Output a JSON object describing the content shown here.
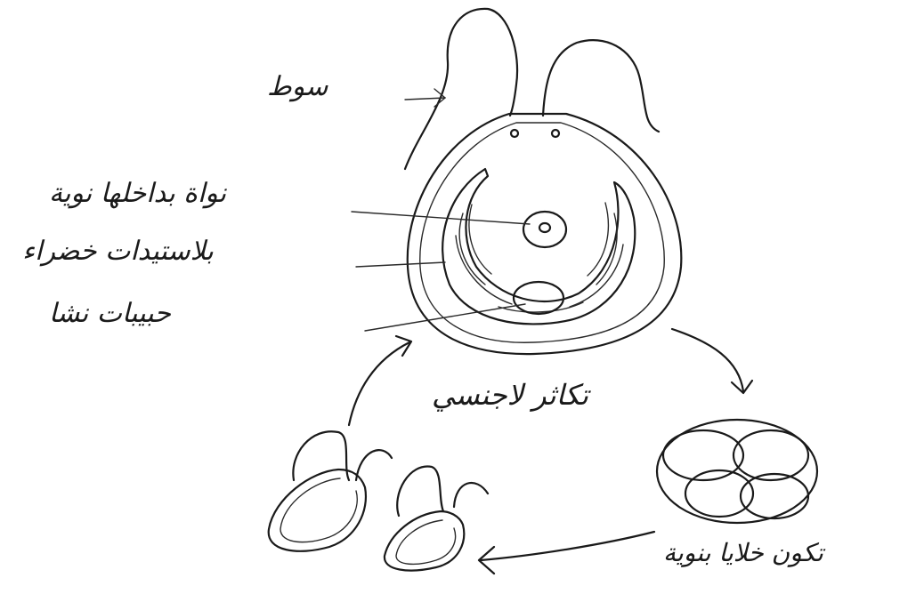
{
  "labels": {
    "flagellum": "سوط",
    "nucleus": "نواة بداخلها نوية",
    "chloroplasts": "بلاستيدات خضراء",
    "reproductive": "حبيبات نشا",
    "asexual": "تكاثر لاجنسي",
    "zoospores": "تكون خلايا بنوية"
  },
  "colors": {
    "ink": "#1a1a1a",
    "paper": "#ffffff"
  }
}
